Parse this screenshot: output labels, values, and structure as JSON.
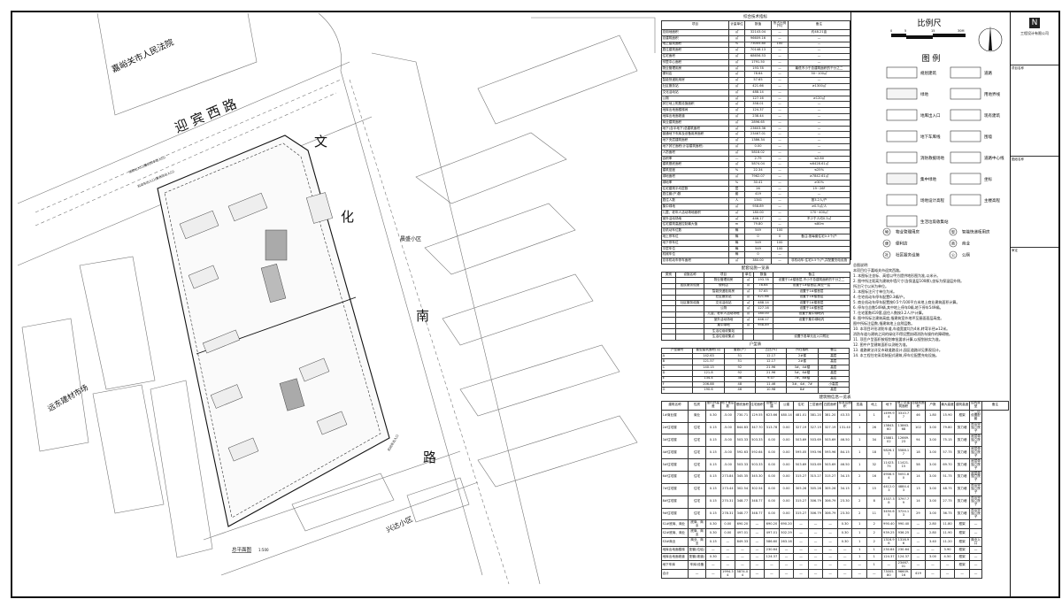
{
  "plan": {
    "road_west": "迎 宾 西 路",
    "road_east_1": "文",
    "road_east_2": "化",
    "road_east_3": "南",
    "road_east_4": "路",
    "court": "嘉峪关市人民法院",
    "market": "远东建材市场",
    "community_1": "晨盛小区",
    "community_2": "兴达小区",
    "entrance_1": "消防出入口(兼机动车出入口)",
    "entrance_2": "机动车出入口(兼消防出入口)",
    "entrance_3": "机动车出入口",
    "drawing_title": "总平面图",
    "scale": "1:500"
  },
  "main_table": {
    "title": "综合技术指标",
    "headers": [
      "项目",
      "计量单位",
      "数值",
      "所占比例(%)",
      "备注"
    ],
    "rows": [
      [
        "总用地面积",
        "㎡",
        "32143.04",
        "—",
        "约48.21亩"
      ],
      [
        "总建筑面积",
        "㎡",
        "96609.16",
        "—",
        "—"
      ],
      [
        "地上建筑面积",
        "%",
        "73005.80",
        "100",
        "—"
      ],
      [
        "居住建筑面积",
        "㎡",
        "70148.13",
        "—",
        "—"
      ],
      [
        "住宅面积",
        "㎡",
        "68656.53",
        "—",
        "—"
      ],
      [
        "邻里中心面积",
        "㎡",
        "1791.50",
        "—",
        "—"
      ],
      [
        "物业管理用房",
        "㎡",
        "193.78",
        "—",
        "最低不小于总建筑面积的千分之二"
      ],
      [
        "便利店",
        "㎡",
        "78.64",
        "—",
        "50~100㎡"
      ],
      [
        "智能快递柜用房",
        "㎡",
        "57.65",
        "—",
        "—"
      ],
      [
        "社区服务站",
        "㎡",
        "421.66",
        "—",
        "≥1300㎡"
      ],
      [
        "文化活动站",
        "㎡",
        "488.14",
        "—",
        ""
      ],
      [
        "公厕",
        "㎡",
        "127.16",
        "—",
        "≥120㎡"
      ],
      [
        "其它地上附属设施面积",
        "㎡",
        "358.01",
        "—",
        "—"
      ],
      [
        "地库出地面楼梯间",
        "㎡",
        "124.37",
        "—",
        "—"
      ],
      [
        "地库出地面坡道",
        "㎡",
        "238.44",
        "—",
        "—"
      ],
      [
        "商业建筑面积",
        "㎡",
        "2896.65",
        "—",
        "—"
      ],
      [
        "地下(含半地下)总建筑面积",
        "㎡",
        "23603.36",
        "—",
        "—"
      ],
      [
        "普通地下车库及设备用房面积",
        "㎡",
        "23467.01",
        "—",
        "—"
      ],
      [
        "地下夹层建筑面积",
        "㎡",
        "1386.34",
        "—",
        "—"
      ],
      [
        "地下其它面积(计容建筑面积)",
        "㎡",
        "0.00",
        "—",
        "—"
      ],
      [
        "人防面积",
        "㎡",
        "5818.02",
        "—",
        "—"
      ],
      [
        "容积率",
        "—",
        "2.79",
        "—",
        "≤2.80"
      ],
      [
        "建筑基底面积",
        "㎡",
        "5874.04",
        "—",
        "≤6428.61㎡"
      ],
      [
        "建筑密度",
        "%",
        "22.34",
        "—",
        "≤25%"
      ],
      [
        "绿地面积",
        "㎡",
        "7962.07",
        "—",
        "≥7842.61㎡"
      ],
      [
        "绿地率",
        "%",
        "30.41",
        "—",
        "≥30%"
      ],
      [
        "住宅建筑平均层数",
        "层",
        "26",
        "—",
        "19~26F"
      ],
      [
        "居住套(户)数",
        "套",
        "419",
        "—",
        "—"
      ],
      [
        "居住人数",
        "人",
        "1341",
        "—",
        "按3.2人/户"
      ],
      [
        "集中绿地",
        "㎡",
        "958.89",
        "—",
        "≥0.5㎡/人"
      ],
      [
        "儿童、老年人活动场地面积",
        "㎡",
        "180.00",
        "—",
        "170~400㎡"
      ],
      [
        "室外活动场地",
        "㎡",
        "446.17",
        "—",
        "不少于人均0.3㎡"
      ],
      [
        "住宅建筑高度控制最大值",
        "m",
        "79.80",
        "—",
        "≤80m"
      ],
      [
        "总机动车位数",
        "辆",
        "549",
        "100",
        ""
      ],
      [
        "地上停车位",
        "辆",
        "0",
        "0",
        "备注:按每套住宅0.3个/户"
      ],
      [
        "地下停车位",
        "辆",
        "549",
        "100",
        ""
      ],
      [
        "平层车位",
        "辆",
        "549",
        "100",
        ""
      ],
      [
        "机械车位",
        "辆",
        "0",
        "—",
        ""
      ],
      [
        "总非机动车停车面积",
        "㎡",
        "380.00",
        "—",
        "非机动车:住宅0.5个/户,并配置充电设施"
      ]
    ]
  },
  "fac_table": {
    "title": "配套设施一览表",
    "headers": [
      "类别",
      "设施名称",
      "项目",
      "单位",
      "数值",
      "备注"
    ],
    "rows": [
      [
        "",
        "",
        "物业管理用房",
        "㎡",
        "193.78",
        "设置于1#楼首层,不小于总建筑面积的千分之二"
      ],
      [
        "",
        "居民服务设施",
        "便利店",
        "㎡",
        "78.64",
        "设置于1#楼首层,商业一层"
      ],
      [
        "",
        "",
        "智能快递柜用房",
        "㎡",
        "57.65",
        "设置于1#楼首层"
      ],
      [
        "",
        "",
        "社区服务站",
        "㎡",
        "421.66",
        "设置于1#楼首层"
      ],
      [
        "",
        "社区服务设施",
        "文化活动站",
        "㎡",
        "488.14",
        "设置于1#楼首层"
      ],
      [
        "",
        "",
        "公厕",
        "㎡",
        "127.16",
        "设置于1#楼首层"
      ],
      [
        "",
        "",
        "儿童、老年人活动场地",
        "㎡",
        "180.00",
        "设置于集中绿地内"
      ],
      [
        "",
        "",
        "室外活动场地",
        "㎡",
        "446.17",
        "设置于集中绿地内"
      ],
      [
        "",
        "",
        "集中绿地",
        "㎡",
        "958.89",
        ""
      ],
      [
        "",
        "",
        "生活垃圾收集站",
        "",
        "",
        ""
      ],
      [
        "",
        "",
        "生活垃圾收集点",
        "",
        "",
        "设置于各单元出入口附近"
      ]
    ]
  },
  "unit_table": {
    "title": "户型表",
    "headers": [
      "户型编号",
      "套型建筑面积(㎡)",
      "套数(户)",
      "占比(%)",
      "所在楼栋",
      "备注"
    ],
    "rows": [
      [
        "A",
        "142.63",
        "51",
        "12.17",
        "2#楼",
        "高层"
      ],
      [
        "B",
        "121.57",
        "51",
        "12.17",
        "2#楼",
        "高层"
      ],
      [
        "C",
        "140.15",
        "92",
        "21.96",
        "3#、4#楼",
        "高层"
      ],
      [
        "D",
        "121.8",
        "92",
        "21.96",
        "5#、6#楼",
        "高层"
      ],
      [
        "E",
        "134.4",
        "38",
        "9.07",
        "7#、8#楼",
        "高层"
      ],
      [
        "F",
        "206.88",
        "48",
        "11.46",
        "3#、4#、7#",
        "小高层"
      ],
      [
        "G",
        "190.6",
        "46",
        "10.98",
        "8#",
        "高层"
      ]
    ]
  },
  "bld_table": {
    "title": "建筑物信息一览表",
    "headers": [
      "建筑名称",
      "性质",
      "室内外高差",
      "地下室层数",
      "基底面积",
      "住宅面积",
      "配套/公建",
      "公建",
      "住宅",
      "三层面积",
      "四层面积",
      "标准层面积",
      "层高",
      "地上",
      "地下",
      "地上总建筑面积",
      "总建筑面积",
      "户数",
      "最大高度",
      "建筑高度",
      "结构类型",
      "备注"
    ],
    "rows": [
      [
        "1#商业楼",
        "商业",
        "0.30",
        "-5.00",
        "730.71",
        "129.55",
        "623.66",
        "480.14",
        "481.01",
        "381.20",
        "381.20",
        "43.33",
        "1",
        "1",
        "1499.94",
        "3310.77",
        "46",
        "1.80",
        "15.90",
        "框架",
        "一二层设置配套"
      ],
      [
        "2#住宅楼",
        "住宅",
        "0.15",
        "-5.00",
        "844.83",
        "347.70",
        "313.78",
        "0.00",
        "327.19",
        "327.19",
        "327.19",
        "131.40",
        "1",
        "26",
        "13843.60",
        "13863.68",
        "102",
        "3.00",
        "79.80",
        "剪力墙",
        "底层带独立院子"
      ],
      [
        "3#住宅楼",
        "住宅",
        "0.15",
        "-5.00",
        "503.33",
        "503.33",
        "0.00",
        "0.00",
        "503.69",
        "503.69",
        "503.69",
        "46.50",
        "1",
        "34",
        "13881.02",
        "12669.23",
        "94",
        "3.00",
        "75.15",
        "剪力墙",
        "底层带独立院子"
      ],
      [
        "4#住宅楼",
        "住宅",
        "0.15",
        "-5.00",
        "592.63",
        "592.64",
        "0.00",
        "0.00",
        "595.05",
        "593.96",
        "593.96",
        "84.15",
        "1",
        "18",
        "5826.17",
        "5588.17",
        "18",
        "3.00",
        "57.75",
        "剪力墙",
        "底层带独立院子"
      ],
      [
        "5#住宅楼",
        "住宅",
        "0.15",
        "-5.00",
        "503.33",
        "503.33",
        "0.00",
        "0.00",
        "503.69",
        "503.69",
        "503.69",
        "46.50",
        "1",
        "32",
        "11423.75",
        "11421.15",
        "58",
        "3.00",
        "69.70",
        "剪力墙",
        "底层带独立院子"
      ],
      [
        "6#住宅楼",
        "住宅",
        "0.15",
        "273.84",
        "345.35",
        "345.30",
        "0.00",
        "0.00",
        "315.27",
        "315.27",
        "315.27",
        "34.15",
        "2",
        "16",
        "4908.54",
        "5051.80",
        "14",
        "3.00",
        "51.75",
        "剪力墙",
        "底层带独立院子"
      ],
      [
        "7#住宅楼",
        "住宅",
        "0.15",
        "273.44",
        "302.54",
        "302.54",
        "0.00",
        "0.00",
        "305.26",
        "305.26",
        "305.26",
        "34.15",
        "2",
        "15",
        "4412.03",
        "4884.43",
        "13",
        "3.00",
        "48.75",
        "剪力墙",
        "底层带独立院子"
      ],
      [
        "8#住宅楼",
        "住宅",
        "0.15",
        "270.31",
        "348.77",
        "348.77",
        "0.00",
        "0.00",
        "315.27",
        "306.79",
        "306.79",
        "23.30",
        "2",
        "8",
        "3337.38",
        "3797.79",
        "14",
        "3.00",
        "27.75",
        "剪力墙",
        "底层带独立院子"
      ],
      [
        "9#住宅楼",
        "住宅",
        "0.15",
        "278.31",
        "348.77",
        "348.77",
        "0.00",
        "0.00",
        "315.27",
        "306.79",
        "306.79",
        "23.30",
        "2",
        "11",
        "3450.65",
        "3724.13",
        "29",
        "3.00",
        "36.75",
        "剪力墙",
        "底层带独立院子"
      ],
      [
        "S1#底商、商业",
        "底商、商业",
        "0.30",
        "0.00",
        "690.20",
        "—",
        "690.20",
        "690.20",
        "—",
        "—",
        "—",
        "0.30",
        "1",
        "2",
        "990.40",
        "990.40",
        "—",
        "2.80",
        "11.80",
        "框架",
        "—"
      ],
      [
        "S2#底商、商业",
        "底商、商业",
        "0.30",
        "0.00",
        "497.01",
        "—",
        "497.01",
        "502.29",
        "—",
        "—",
        "—",
        "0.30",
        "1",
        "2",
        "939.25",
        "936.25",
        "—",
        "2.80",
        "11.90",
        "框架",
        "—"
      ],
      [
        "S3#商业",
        "商业、商业",
        "0.15",
        "—",
        "849.33",
        "—",
        "586.60",
        "263.16",
        "—",
        "—",
        "—",
        "0.30",
        "1",
        "2",
        "1316.96",
        "1316.96",
        "—",
        "3.40",
        "11.20",
        "框架",
        "商业入口"
      ],
      [
        "地库出地面楼梯",
        "配套(垃圾)",
        "—",
        "—",
        "—",
        "—",
        "230.64",
        "—",
        "—",
        "—",
        "—",
        "—",
        "1",
        "1",
        "230.64",
        "230.64",
        "—",
        "—",
        "3.90",
        "框架",
        "—"
      ],
      [
        "地库出地面坡道",
        "配套(坡道)",
        "0.30",
        "—",
        "—",
        "—",
        "124.37",
        "—",
        "—",
        "—",
        "—",
        "—",
        "1",
        "1",
        "124.37",
        "124.37",
        "—",
        "3.00",
        "4.50",
        "框架",
        "—"
      ],
      [
        "地下车库",
        "车库/设备",
        "—",
        "—",
        "—",
        "—",
        "—",
        "—",
        "—",
        "—",
        "—",
        "—",
        "—",
        "1",
        "—",
        "23467.01",
        "—",
        "—",
        "—",
        "框架",
        "—"
      ],
      [
        "合计",
        "—",
        "—",
        "1994.34",
        "5874.04",
        "—",
        "—",
        "—",
        "—",
        "—",
        "—",
        "—",
        "—",
        "—",
        "73005.80",
        "96609.16",
        "419",
        "—",
        "—",
        "—",
        "—"
      ]
    ]
  },
  "legend": {
    "scale_title": "比例尺",
    "scale_ticks": [
      "0",
      "5",
      "15",
      "30M"
    ],
    "title": "图 例",
    "items": [
      "规划建筑",
      "道路",
      "绿地",
      "用地界线",
      "地库出入口",
      "现有建筑",
      "地下车库线",
      "围墙",
      "消防救援场地",
      "道路中心线",
      "集中绿地",
      "坐标",
      "场地设计高程",
      "主楼高程",
      "生活垃圾收集站"
    ],
    "symbols": [
      [
        "物",
        "物业管理用房"
      ],
      [
        "智",
        "智能快递柜用房"
      ],
      [
        "便",
        "便利店"
      ],
      [
        "商",
        "商业"
      ],
      [
        "社",
        "社区服务设施"
      ],
      [
        "公",
        "公厕"
      ]
    ]
  },
  "notes": {
    "title": "总图说明:",
    "lines": [
      "本项目位于嘉峪关市迎宾西路。",
      "1. 本图标注坐标、高程以甲方提供地形图为准,以米计。",
      "2. 图中所注距离为建筑外墙尺寸(含保温层100厚),坐标为保温层外侧。",
      "   所注尺寸以米为单位。",
      "3. 本图标注尺寸单位为米。",
      "4. 住宅机动车停车配置0.3辆/户。",
      "5. 商业机动车停车配置按0.5个/100平方米地上商业建筑面积计算。",
      "6. 停车位总数549辆,其中地上停车0辆,地下停车549辆。",
      "7. 住宅套数419套,居住人数按3.2人/户计算。",
      "8. 图中所标注建筑高度,指建筑室外地坪至屋面面层高度。",
      "   图中所标注层数,指建筑地上自然层数。",
      "10. 本项目环形消防车道,车道宽度均为4米,转弯半径≥12米。",
      "   消防车道与建筑之间的绿化不得设置妨碍消防车操作的障碍物。",
      "11. 项目户型面积按规划审批要求计算,以规划核实为准。",
      "12. 图中户型建筑面积以测绘为准。",
      "13. 道路做法详见市政道路设计,园区道路详见景观设计。",
      "14. 本工程住宅采用装配式建筑,停车位配置充电设施。"
    ]
  },
  "title_block": {
    "company": "工程设计有限公司",
    "label_1": "项目名称",
    "label_2": "图纸名称",
    "label_3": "审定"
  }
}
